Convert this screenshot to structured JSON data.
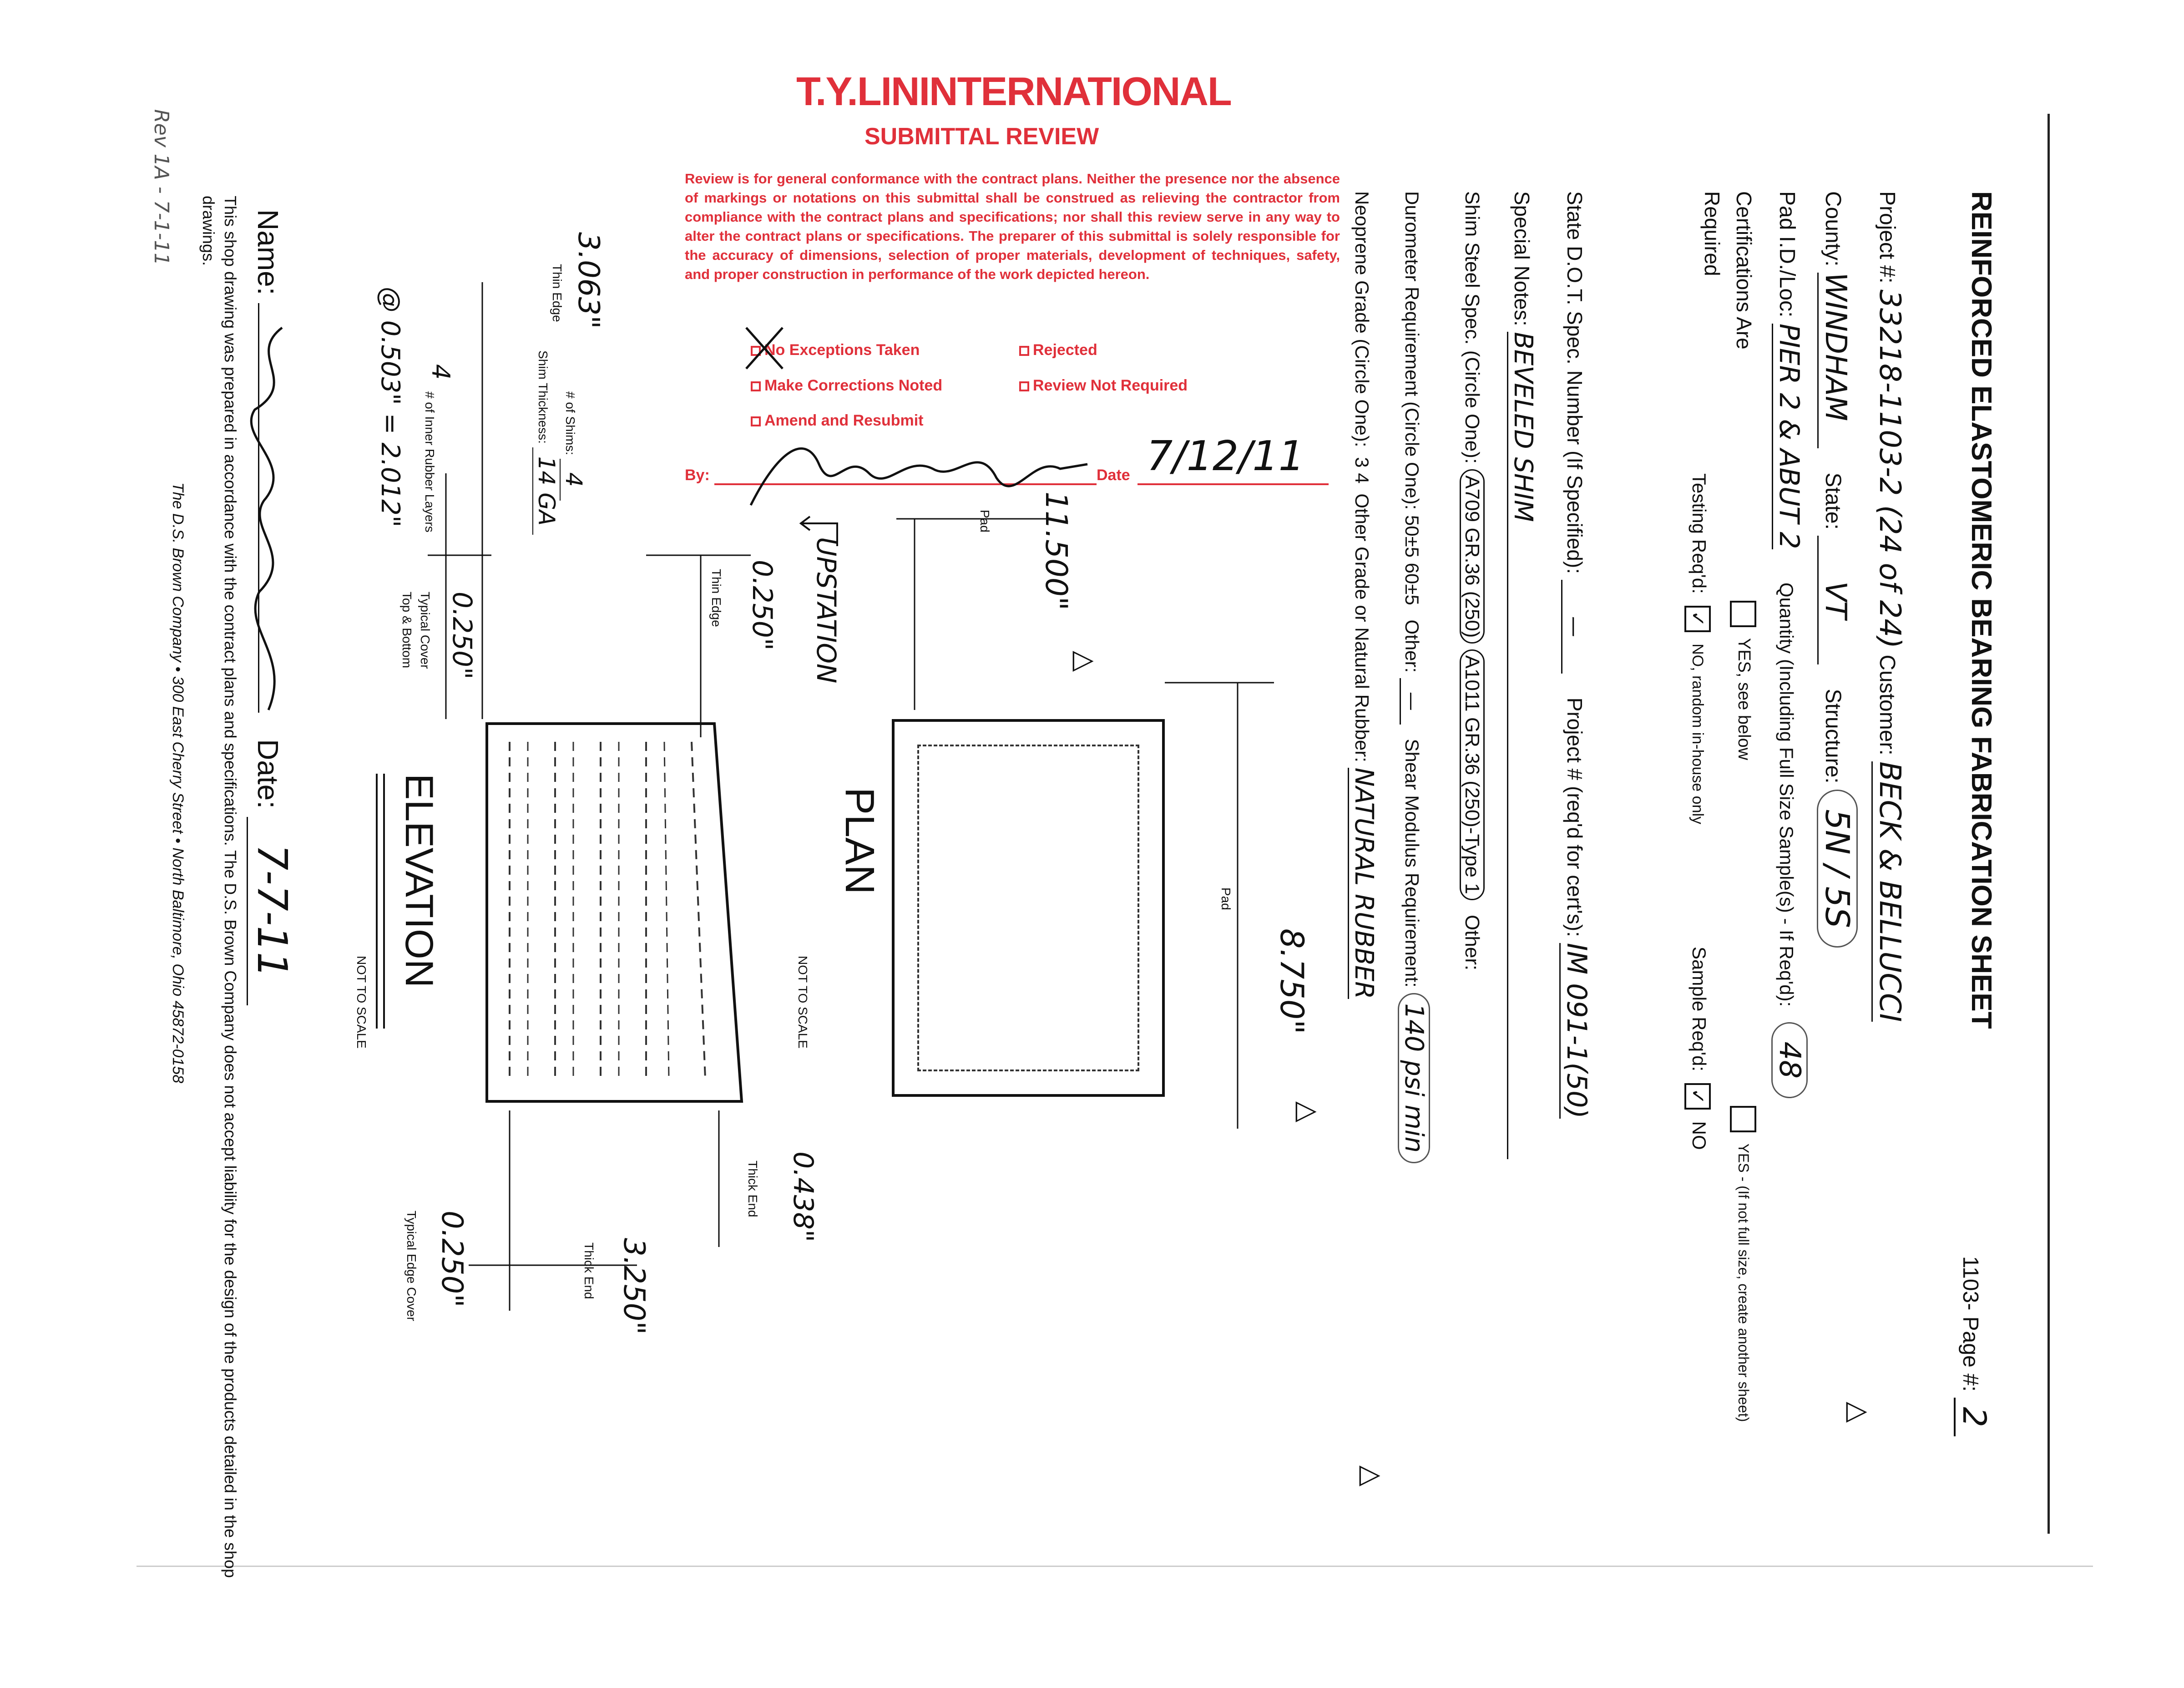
{
  "sheet": {
    "title": "REINFORCED ELASTOMERIC BEARING FABRICATION SHEET",
    "page_prefix": "1103- Page #:",
    "page_number": "2",
    "project_label": "Project #:",
    "project_value": "33218-1103-2 (24 of 24)",
    "customer_label": "Customer:",
    "customer_value": "BECK & BELLUCCI",
    "county_label": "County:",
    "county_value": "WINDHAM",
    "state_label": "State:",
    "state_value": "VT",
    "structure_label": "Structure:",
    "structure_value": "5N / 5S",
    "pad_label": "Pad I.D./Loc:",
    "pad_value": "PIER 2 & ABUT 2",
    "quantity_label": "Quantity (Including Full Size Sample(s) - If Req'd):",
    "quantity_value": "48",
    "cert_label_1": "Certifications Are",
    "cert_label_2": "Required",
    "testing_label": "Testing Req'd:",
    "testing_yes": "YES, see below",
    "testing_no": "NO, random in-house only",
    "sample_label": "Sample Req'd:",
    "sample_yes": "YES - (If not full size, create another sheet)",
    "sample_no": "NO",
    "dot_label": "State D.O.T. Spec. Number (If Specified):",
    "dot_value": "—",
    "project_cert_label": "Project # (req'd for cert's):",
    "project_cert_value": "IM 091-1(50)",
    "special_label": "Special Notes:",
    "special_value": "BEVELED SHIM",
    "shim_label": "Shim Steel Spec. (Circle One):",
    "shim_opt1": "A709 GR.36 (250)",
    "shim_opt2": "A1011 GR.36 (250)-Type 1",
    "shim_other": "Other:",
    "duro_label": "Durometer Requirement (Circle One):",
    "duro_opts": "50±5  60±5",
    "duro_other": "Other:",
    "duro_other_value": "—",
    "shear_label": "Shear Modulus Requirement:",
    "shear_value": "140 psi min",
    "neo_label": "Neoprene Grade (Circle One):",
    "neo_opts": "3  4",
    "natural_label": "Other Grade or Natural Rubber:",
    "natural_value": "NATURAL RUBBER"
  },
  "stamp": {
    "company": "T.Y.LININTERNATIONAL",
    "heading": "SUBMITTAL REVIEW",
    "text": "Review is for general conformance with the contract plans. Neither the presence nor the absence of markings or notations on this submittal shall be construed as relieving the contractor from compliance with the contract plans and specifications; nor shall this review serve in any way to alter the contract plans or specifications. The preparer of this submittal is solely responsible for the accuracy of dimensions, selection of proper materials, development of techniques, safety, and proper construction in performance of the work depicted hereon.",
    "opt_no_exceptions": "No Exceptions Taken",
    "opt_rejected": "Rejected",
    "opt_make_corrections": "Make Corrections Noted",
    "opt_review_not_required": "Review Not Required",
    "opt_amend": "Amend and Resubmit",
    "by_label": "By:",
    "date_label": "Date",
    "date_value": "7/12/11"
  },
  "plan": {
    "title": "PLAN",
    "scale": "NOT TO SCALE",
    "dim_width": "11.500\"",
    "dim_width_label": "Pad",
    "dim_length": "8.750\"",
    "dim_length_label": "Pad",
    "upstation": "UPSTATION"
  },
  "elevation": {
    "title": "ELEVATION",
    "scale": "NOT TO SCALE",
    "thin_edge": "0.250\"",
    "thin_edge_label": "Thin Edge",
    "thick_end_top": "0.438\"",
    "thick_end_top_label": "Thick End",
    "total_thin": "3.063\"",
    "total_thin_label": "Thin Edge",
    "shims_label": "# of Shims:",
    "shims_value": "4",
    "shim_thickness_label": "Shim Thickness:",
    "shim_thickness_value": "14 GA",
    "cover": "0.250\"",
    "cover_label_1": "Typical Cover",
    "cover_label_2": "Top & Bottom",
    "layers_count": "4",
    "layers_label": "# of Inner Rubber Layers",
    "layers_calc": "@ 0.503\" = 2.012\"",
    "total_thick": "3.250\"",
    "total_thick_label": "Thick End",
    "edge_cover": "0.250\"",
    "edge_cover_label": "Typical Edge Cover"
  },
  "footer": {
    "name_label": "Name:",
    "date_label": "Date:",
    "date_value": "7-7-11",
    "disclaimer": "This shop drawing was prepared in accordance with the contract plans and specifications. The D.S. Brown Company does not accept liability for the design of the products detailed in the shop drawings.",
    "company_line": "The D.S. Brown Company • 300 East Cherry Street • North Baltimore, Ohio 45872-0158",
    "margin_note": "Rev 1A - 7-1-11"
  }
}
